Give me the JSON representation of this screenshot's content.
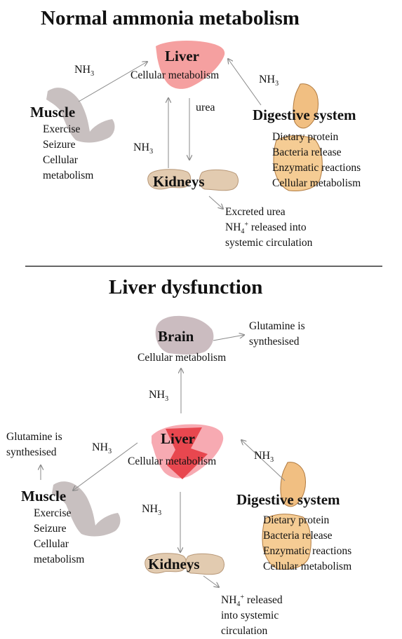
{
  "section1": {
    "title": "Normal ammonia metabolism",
    "liver": {
      "name": "Liver",
      "sub": "Cellular metabolism"
    },
    "muscle": {
      "name": "Muscle",
      "items": [
        "Exercise",
        "Seizure",
        "Cellular",
        "metabolism"
      ]
    },
    "digestive": {
      "name": "Digestive system",
      "items": [
        "Dietary protein",
        "Bacteria release",
        "Enzymatic reactions",
        "Cellular metabolism"
      ]
    },
    "kidneys": {
      "name": "Kidneys",
      "out1": "Excreted urea",
      "out2_pre": "NH",
      "out2_sub": "4",
      "out2_sup": "+",
      "out2_post": " released into",
      "out3": "systemic circulation"
    },
    "labels": {
      "nh": "NH",
      "three": "3",
      "urea": "urea"
    }
  },
  "section2": {
    "title": "Liver dysfunction",
    "brain": {
      "name": "Brain",
      "sub": "Cellular metabolism",
      "out1": "Glutamine is",
      "out2": "synthesised"
    },
    "liver": {
      "name": "Liver",
      "sub": "Cellular metabolism"
    },
    "muscle": {
      "name": "Muscle",
      "items": [
        "Exercise",
        "Seizure",
        "Cellular",
        "metabolism"
      ],
      "out1": "Glutamine is",
      "out2": "synthesised"
    },
    "digestive": {
      "name": "Digestive system",
      "items": [
        "Dietary protein",
        "Bacteria release",
        "Enzymatic reactions",
        "Cellular metabolism"
      ]
    },
    "kidneys": {
      "name": "Kidneys",
      "out1_pre": "NH",
      "out1_sub": "4",
      "out1_sup": "+",
      "out1_post": " released",
      "out2": "into systemic",
      "out3": "circulation"
    },
    "labels": {
      "nh": "NH",
      "three": "3"
    }
  },
  "colors": {
    "liver": "#f5a0a0",
    "liver_dysfunction": "#e8474f",
    "organ_tan": "#e2cbb0",
    "brain": "#cbbcc0",
    "muscle": "#c8c0c0",
    "gut": "#f1bf82",
    "arrow": "#8a8a8a",
    "divider": "#333333"
  }
}
